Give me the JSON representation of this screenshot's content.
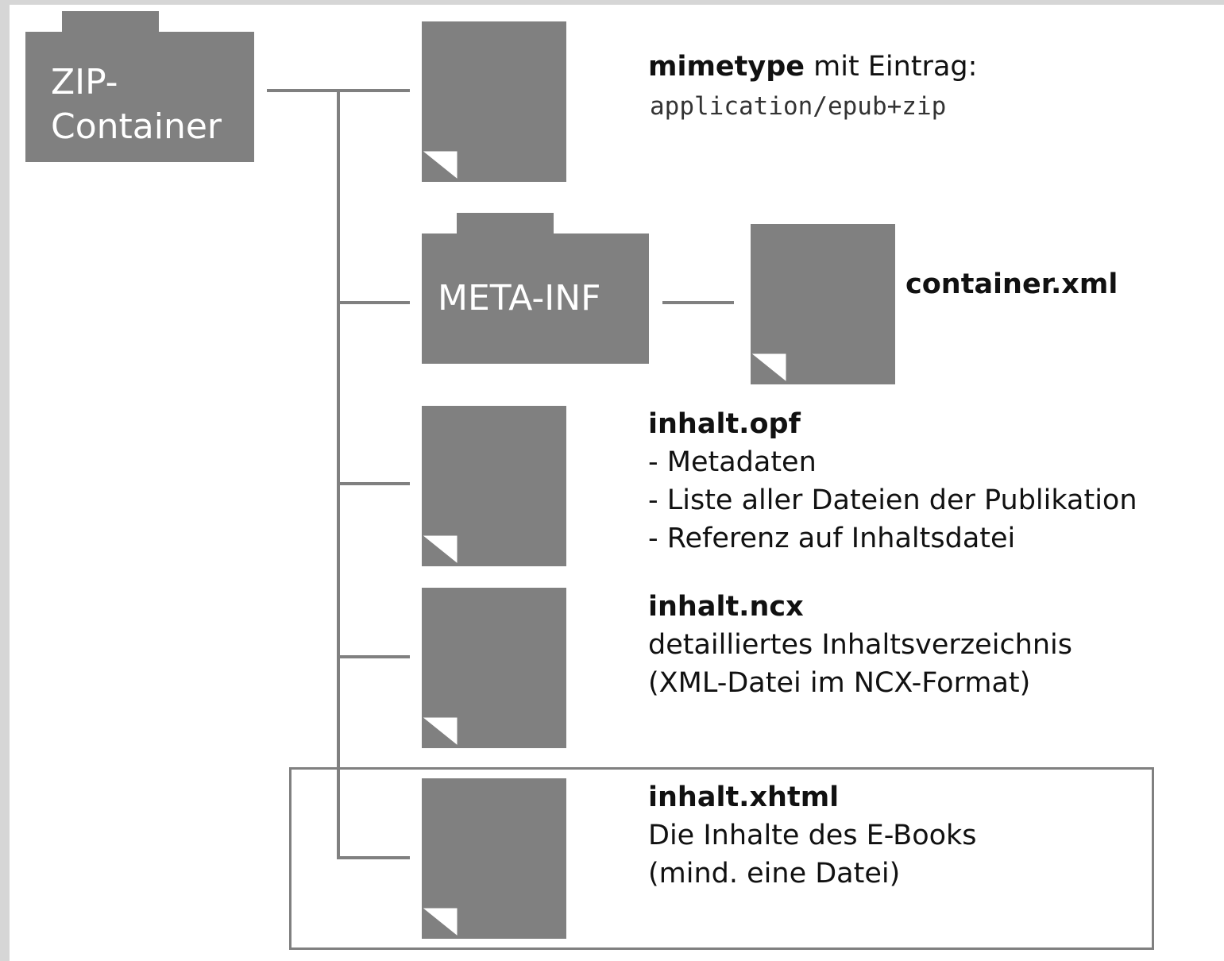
{
  "root": {
    "label_line1": "ZIP-",
    "label_line2": "Container",
    "icon": "folder-icon"
  },
  "meta_inf": {
    "label": "META-INF",
    "icon": "folder-icon"
  },
  "files": {
    "mimetype": {
      "name": "mimetype",
      "text": " mit Eintrag:",
      "value": "application/epub+zip",
      "icon": "file-icon"
    },
    "container": {
      "name": "container.xml",
      "icon": "file-icon"
    },
    "opf": {
      "name": "inhalt.opf",
      "lines": [
        "- Metadaten",
        "- Liste aller Dateien der Publikation",
        "- Referenz auf Inhaltsdatei"
      ],
      "icon": "file-icon"
    },
    "ncx": {
      "name": "inhalt.ncx",
      "lines": [
        "detailliertes Inhaltsverzeichnis",
        "(XML-Datei im NCX-Format)"
      ],
      "icon": "file-icon"
    },
    "xhtml": {
      "name": "inhalt.xhtml",
      "lines": [
        "Die Inhalte des E-Books",
        "(mind. eine Datei)"
      ],
      "icon": "file-icon"
    }
  },
  "colors": {
    "shape": "#808080",
    "text": "#111111",
    "frame": "#d6d6d6"
  }
}
